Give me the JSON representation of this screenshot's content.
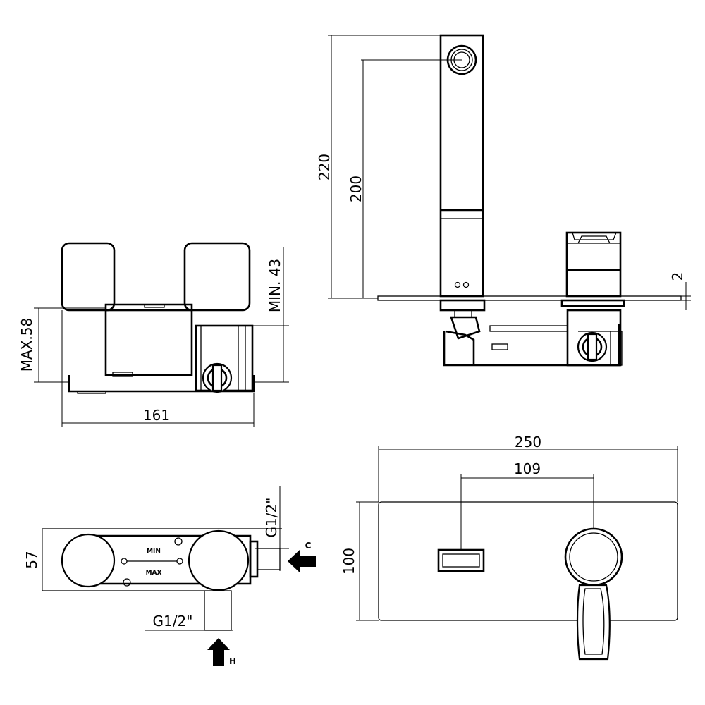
{
  "dimensions": {
    "d161": "161",
    "max58": "MAX.58",
    "min43": "MIN. 43",
    "d220": "220",
    "d200": "200",
    "d2": "2",
    "d250": "250",
    "d109": "109",
    "d100": "100",
    "d57": "57",
    "g12_top": "G1/2\"",
    "g12_bottom": "G1/2\""
  },
  "markings": {
    "min": "MIN",
    "max": "MAX"
  },
  "inlets": {
    "cold": "C",
    "hot": "H"
  }
}
